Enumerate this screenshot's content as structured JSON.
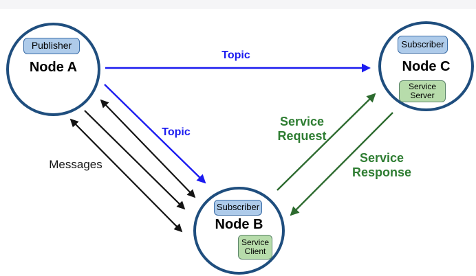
{
  "colors": {
    "circle_border": "#1f4e7e",
    "node_fill": "#ffffff",
    "topic_blue": "#1b1bf0",
    "messages_black": "#141414",
    "service_green": "#2d6b2f",
    "service_text_green": "#2e7d32",
    "badge_blue_fill": "#aecbea",
    "badge_blue_border": "#3a6ca6",
    "badge_green_fill": "#b7dcab",
    "badge_green_border": "#5c856a",
    "top_band": "#f5f5f7"
  },
  "nodes": {
    "a": {
      "name": "Node A",
      "publisher_badge": "Publisher"
    },
    "b": {
      "name": "Node B",
      "subscriber_badge": "Subscriber",
      "service_badge_line1": "Service",
      "service_badge_line2": "Client"
    },
    "c": {
      "name": "Node C",
      "subscriber_badge": "Subscriber",
      "service_badge_line1": "Service",
      "service_badge_line2": "Server"
    }
  },
  "edges": {
    "topic_a_to_c": {
      "label": "Topic"
    },
    "topic_a_to_b": {
      "label": "Topic"
    },
    "messages_a_b": {
      "label": "Messages"
    },
    "service_request": {
      "line1": "Service",
      "line2": "Request"
    },
    "service_response": {
      "line1": "Service",
      "line2": "Response"
    }
  }
}
